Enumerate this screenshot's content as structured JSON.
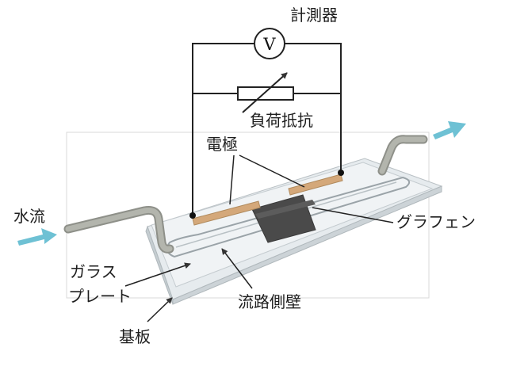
{
  "labels": {
    "meter": "計測器",
    "voltage_symbol": "V",
    "load_resistor": "負荷抵抗",
    "electrode": "電極",
    "water_flow": "水流",
    "graphene": "グラフェン",
    "glass_plate_line1": "ガラス",
    "glass_plate_line2": "プレート",
    "channel_wall": "流路側壁",
    "substrate": "基板"
  },
  "colors": {
    "flow_arrow": "#6ec1d4",
    "graphene": "#4a4a4a",
    "electrode": "#d4a87a",
    "tube": "#a9aba2",
    "wire": "#222222"
  }
}
